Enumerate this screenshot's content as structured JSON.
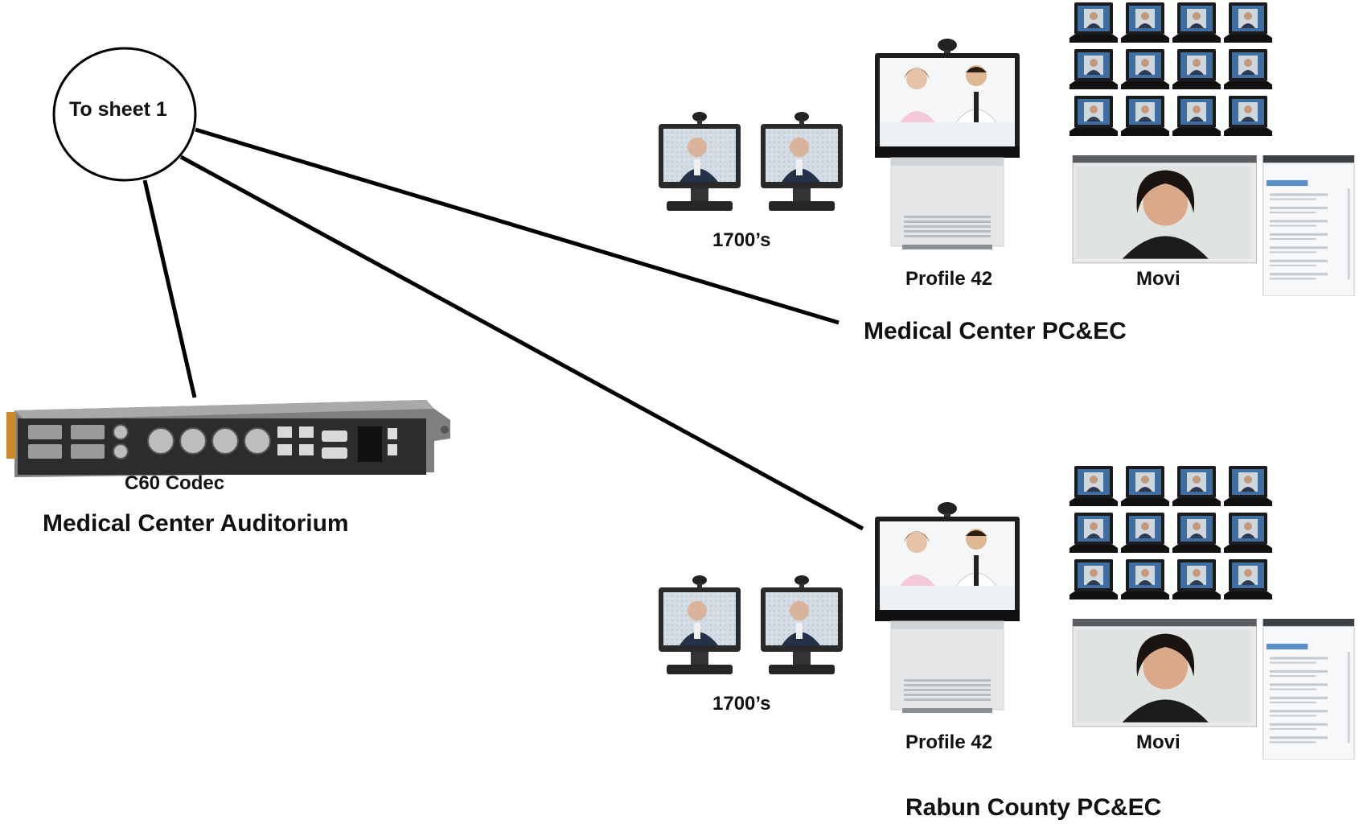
{
  "diagram": {
    "hub": {
      "label": "To sheet 1"
    },
    "auditorium": {
      "device_label": "C60 Codec",
      "site_label": "Medical Center Auditorium"
    },
    "sites": [
      {
        "site_label": "Medical Center PC&EC",
        "endpoints": [
          {
            "label": "1700’s"
          },
          {
            "label": "Profile 42"
          },
          {
            "label": "Movi"
          }
        ],
        "laptop_grid": {
          "rows": 3,
          "cols": 4
        }
      },
      {
        "site_label": "Rabun County PC&EC",
        "endpoints": [
          {
            "label": "1700’s"
          },
          {
            "label": "Profile 42"
          },
          {
            "label": "Movi"
          }
        ],
        "laptop_grid": {
          "rows": 3,
          "cols": 4
        }
      }
    ],
    "connections": [
      {
        "from": "To sheet 1",
        "to": "C60 Codec"
      },
      {
        "from": "To sheet 1",
        "to": "Medical Center PC&EC"
      },
      {
        "from": "To sheet 1",
        "to": "Rabun County PC&EC"
      }
    ],
    "colors": {
      "line": "#000000",
      "device_dark": "#2b2b2b",
      "screen_bg": "#dfe6ee",
      "laptop_screen": "#8fa8c0"
    }
  }
}
